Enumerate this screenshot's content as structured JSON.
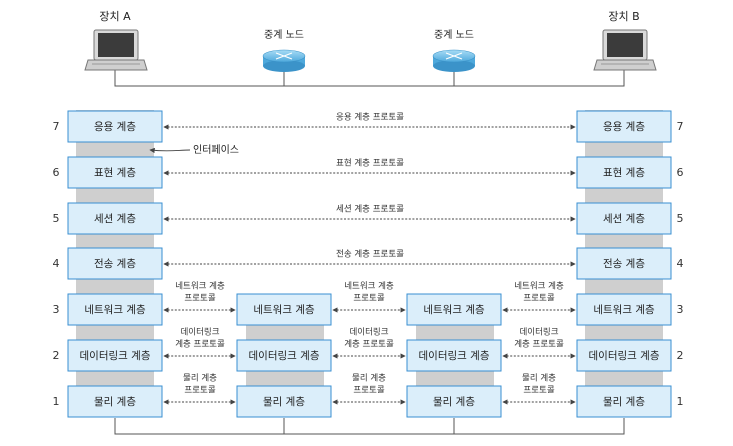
{
  "devices": {
    "a": {
      "label": "장치 A"
    },
    "b": {
      "label": "장치 B"
    }
  },
  "relay_nodes": [
    {
      "label": "중계 노드"
    },
    {
      "label": "중계 노드"
    }
  ],
  "interface_label": "인터페이스",
  "layers": [
    {
      "num": "7",
      "name": "응용 계층"
    },
    {
      "num": "6",
      "name": "표현 계층"
    },
    {
      "num": "5",
      "name": "세션 계층"
    },
    {
      "num": "4",
      "name": "전송 계층"
    },
    {
      "num": "3",
      "name": "네트워크 계층"
    },
    {
      "num": "2",
      "name": "데이터링크 계층"
    },
    {
      "num": "1",
      "name": "물리 계층"
    }
  ],
  "end_to_end_protocols": [
    "응용 계층 프로토콜",
    "표현 계층 프로토콜",
    "세션 계층 프로토콜",
    "전송 계층 프로토콜"
  ],
  "hop_protocols": [
    {
      "line1": "네트워크 계층",
      "line2": "프로토콜"
    },
    {
      "line1": "데이터링크",
      "line2": "계층 프로토콜"
    },
    {
      "line1": "물리 계층",
      "line2": "프로토콜"
    }
  ],
  "colors": {
    "box_fill": "#dbeefa",
    "box_stroke": "#3a8fd1",
    "column_gray": "#cfcfcf",
    "router_blue": "#7cc3ea"
  }
}
